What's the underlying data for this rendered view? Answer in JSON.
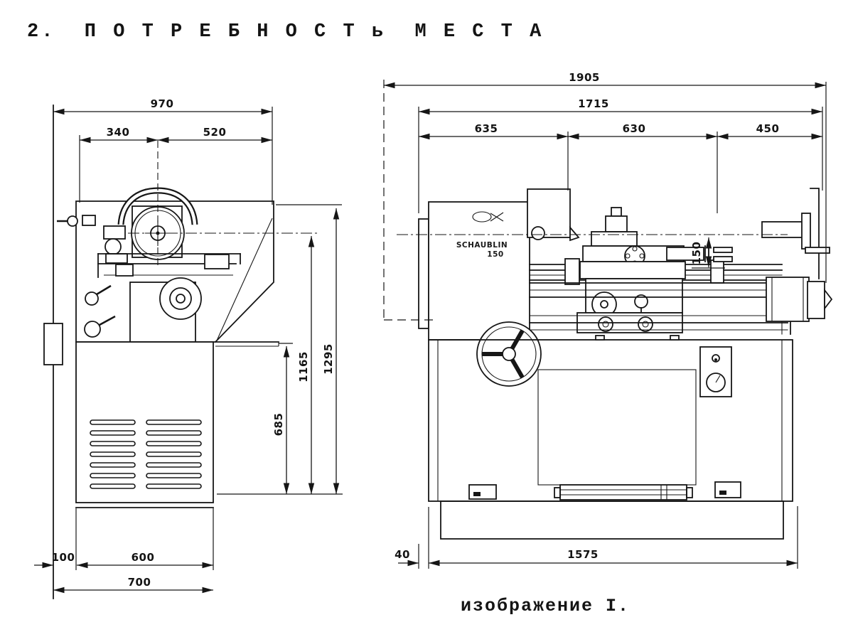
{
  "page": {
    "title": "2.  П О Т Р Е Б Н О С Т ь  М Е С Т А",
    "caption": "изображение I.",
    "ink_color": "#161616",
    "paper_color": "#ffffff"
  },
  "machine_label": {
    "brand": "SCHAUBLIN",
    "model": "150"
  },
  "left_view": {
    "dims": {
      "overall_width": "970",
      "upper_left": "340",
      "upper_right": "520",
      "overall_height": "1295",
      "spindle_height": "1165",
      "cabinet_height": "685",
      "wall_gap": "100",
      "cabinet_width": "600",
      "base_width": "700"
    }
  },
  "right_view": {
    "dims": {
      "overall_length": "1905",
      "machine_length": "1715",
      "headstock_section": "635",
      "middle_section": "630",
      "tailstock_section": "450",
      "center_height": "150",
      "wall_gap": "40",
      "base_length": "1575"
    }
  }
}
